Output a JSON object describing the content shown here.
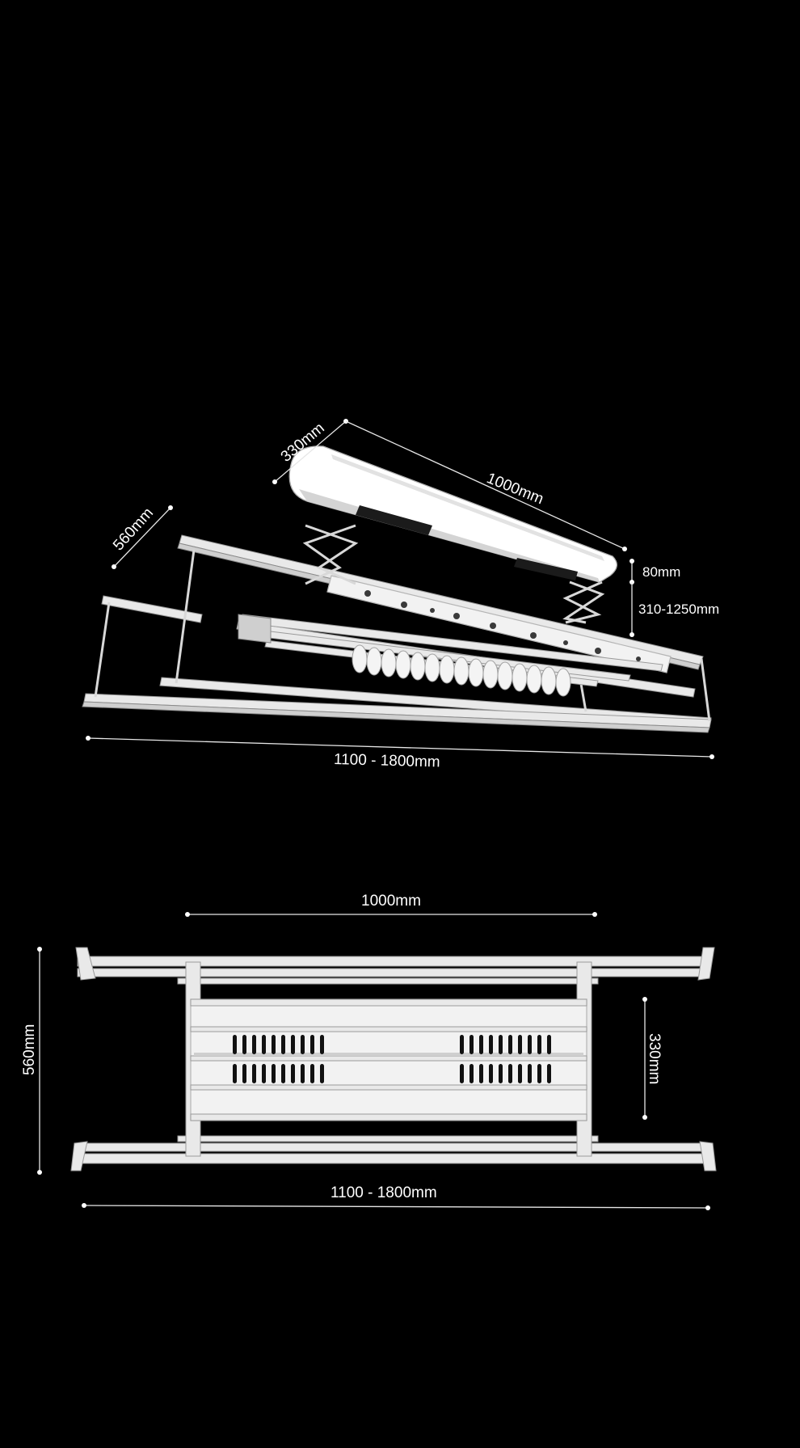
{
  "perspective_view": {
    "panel_depth": "330mm",
    "panel_length": "1000mm",
    "rack_depth": "560mm",
    "panel_height": "80mm",
    "lift_range": "310-1250mm",
    "overall_length": "1100 - 1800mm"
  },
  "top_view": {
    "panel_length": "1000mm",
    "rack_depth": "560mm",
    "panel_depth": "330mm",
    "overall_length": "1100 - 1800mm"
  },
  "colors": {
    "background": "#000000",
    "lines": "#e6e6e6",
    "product": "#eeeeee"
  }
}
